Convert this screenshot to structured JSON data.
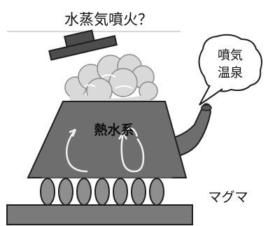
{
  "title": "水蒸気噴火？",
  "hydrothermal_label": "熱水系",
  "hot_spring_label": "噴気\n温泉",
  "magma_label": "マグマ",
  "colors": {
    "kettle_body": "#6e6e6e",
    "kettle_outline": "#1e1e1e",
    "lid": "#4d4d4d",
    "steam": "#d9d9d9",
    "magma_blob": "#8e8e8e",
    "ground": "#7a7a7a",
    "arrow": "#f0f0f0"
  }
}
